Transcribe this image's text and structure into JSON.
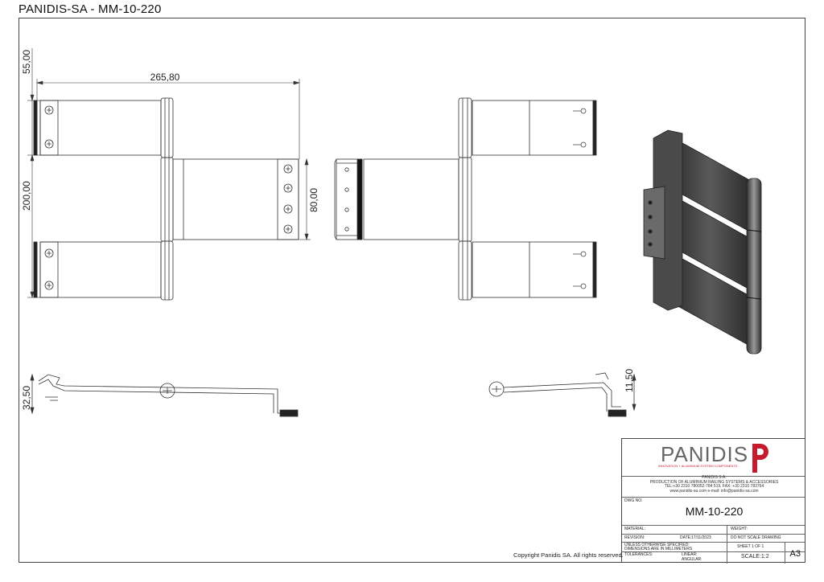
{
  "header": {
    "title": "PANIDIS-SA  -  MM-10-220"
  },
  "dimensions": {
    "top_width": "265,80",
    "top_offset": "55,00",
    "total_height": "200,00",
    "leaf_height": "80,00",
    "side_offset_left": "32,50",
    "side_offset_right": "11,50"
  },
  "title_block": {
    "brand": "PANIDIS",
    "tagline": "INNOVATION + ALUMINIUM SYSTEM COMPONENTS",
    "company_name": "PANIDIS S.A.",
    "company_desc": "PRODUCTION OF ALUMINIUM RAILING SYSTEMS & ACCESSORIES",
    "company_phone": "TEL:+30 2310 780052-784 519, FAX: +30 2310 783764",
    "company_web": "www.panidis-sa.com  e-mail: info@panidis-sa.com",
    "dwg_no_label": "DWG NO:",
    "dwg_no": "MM-10-220",
    "material_label": "MATERIAL:",
    "weight_label": "WEIGHT:",
    "revision_label": "REVISION:",
    "date_label": "DATE:",
    "date": "17/11/2023",
    "no_scale": "DO NOT SCALE DRAWING",
    "unless_1": "UNLESS OTHERWISE SPECIFIED:",
    "unless_2": "DIMENSIONS ARE IN MILLIMETERS",
    "sheet": "SHEET 1 OF 1",
    "tolerances_label": "TOLERANCES:",
    "linear_label": "LINEAR:",
    "angular_label": "ANGULAR:",
    "scale": "SCALE:1:2",
    "size": "A3",
    "brand_color": "#c61a2e"
  },
  "footer": {
    "copyright": "Copyright Panidis SA. All rights reserved."
  }
}
